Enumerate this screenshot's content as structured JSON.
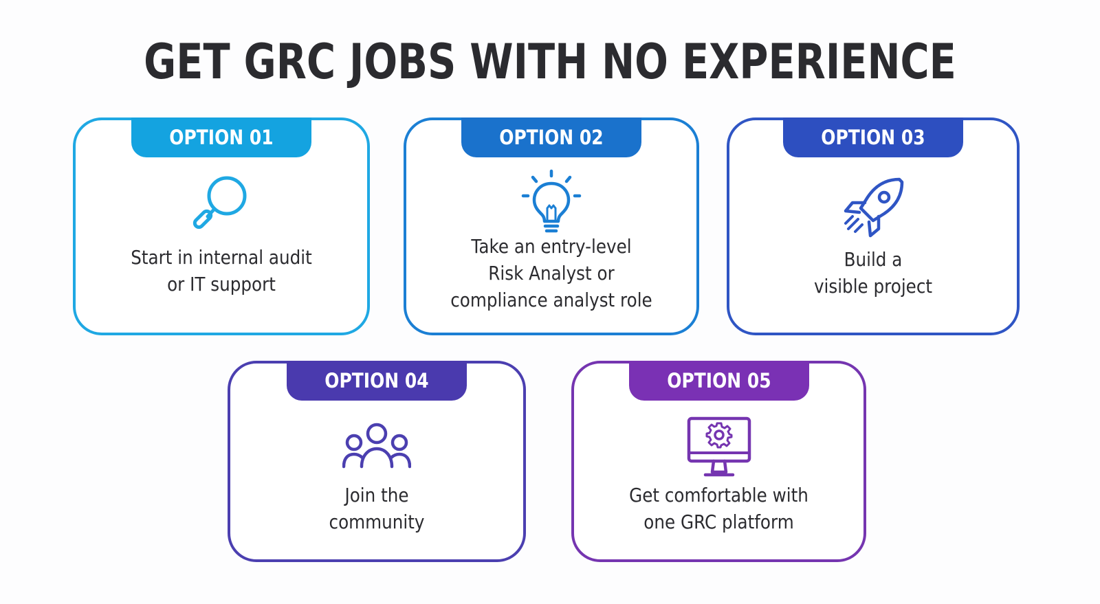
{
  "title": "GET GRC JOBS WITH NO EXPERIENCE",
  "options": [
    {
      "label": "OPTION 01",
      "lines": [
        "Start in internal audit",
        "or IT support"
      ],
      "icon": "magnifier-icon",
      "color": "#1fa8e3",
      "tab_color": "#14a3e0"
    },
    {
      "label": "OPTION 02",
      "lines": [
        "Take an entry-level",
        "Risk Analyst or",
        "compliance analyst role"
      ],
      "icon": "lightbulb-icon",
      "color": "#1b7fd4",
      "tab_color": "#1a72cc"
    },
    {
      "label": "OPTION 03",
      "lines": [
        "Build a",
        "visible project"
      ],
      "icon": "rocket-icon",
      "color": "#2f55c4",
      "tab_color": "#2d4fc0"
    },
    {
      "label": "OPTION 04",
      "lines": [
        "Join the",
        "community"
      ],
      "icon": "community-icon",
      "color": "#4b3fb0",
      "tab_color": "#4a3aae"
    },
    {
      "label": "OPTION 05",
      "lines": [
        "Get comfortable with",
        "one GRC platform"
      ],
      "icon": "monitor-gear-icon",
      "color": "#7535b0",
      "tab_color": "#7a31b4"
    }
  ]
}
